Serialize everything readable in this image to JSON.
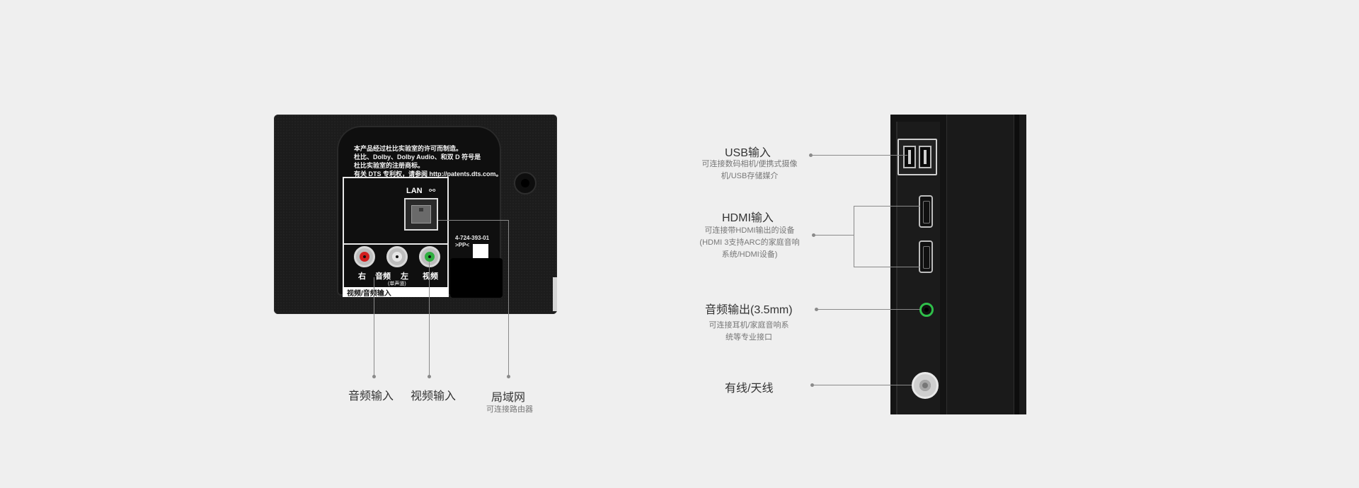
{
  "rear_panel": {
    "legal_lines": [
      "本产品经过杜比实验室的许可而制造。",
      "杜比、Dolby、Dolby Audio、和双 D 符号是",
      "杜比实验室的注册商标。",
      "有关 DTS 专利权，请参阅 http://patents.dts.com。"
    ],
    "lan_label": "LAN",
    "lan_icon": "network-icon",
    "model_number": "4-724-393-01",
    "model_code": ">PP<",
    "rca_labels": {
      "right": "右",
      "audio": "音频",
      "left": "左",
      "video": "视频",
      "mono": "(单声道)"
    },
    "input_strip": "视频/音频输入"
  },
  "rear_callouts": {
    "audio_in": {
      "title": "音频输入"
    },
    "video_in": {
      "title": "视频输入"
    },
    "lan": {
      "title": "局域网",
      "desc": "可连接路由器"
    }
  },
  "side_callouts": {
    "usb": {
      "title": "USB输入",
      "desc_lines": [
        "可连接数码相机/便携式摄像",
        "机/USB存储媒介"
      ]
    },
    "hdmi": {
      "title": "HDMI输入",
      "desc_lines": [
        "可连接带HDMI输出的设备",
        "(HDMI 3支持ARC的家庭音响",
        "系统/HDMI设备)"
      ]
    },
    "audio_out": {
      "title": "音频输出(3.5mm)",
      "desc_lines": [
        "可连接耳机/家庭音响系",
        "统等专业接口"
      ]
    },
    "antenna": {
      "title": "有线/天线"
    }
  },
  "colors": {
    "background": "#efefef",
    "panel": "#1c1c1c",
    "rca_red": "#d21f1f",
    "rca_white": "#e6e6e6",
    "rca_green": "#2fae3f",
    "audio_jack": "#2fbf4a",
    "leader_line": "#8a8a8a"
  }
}
